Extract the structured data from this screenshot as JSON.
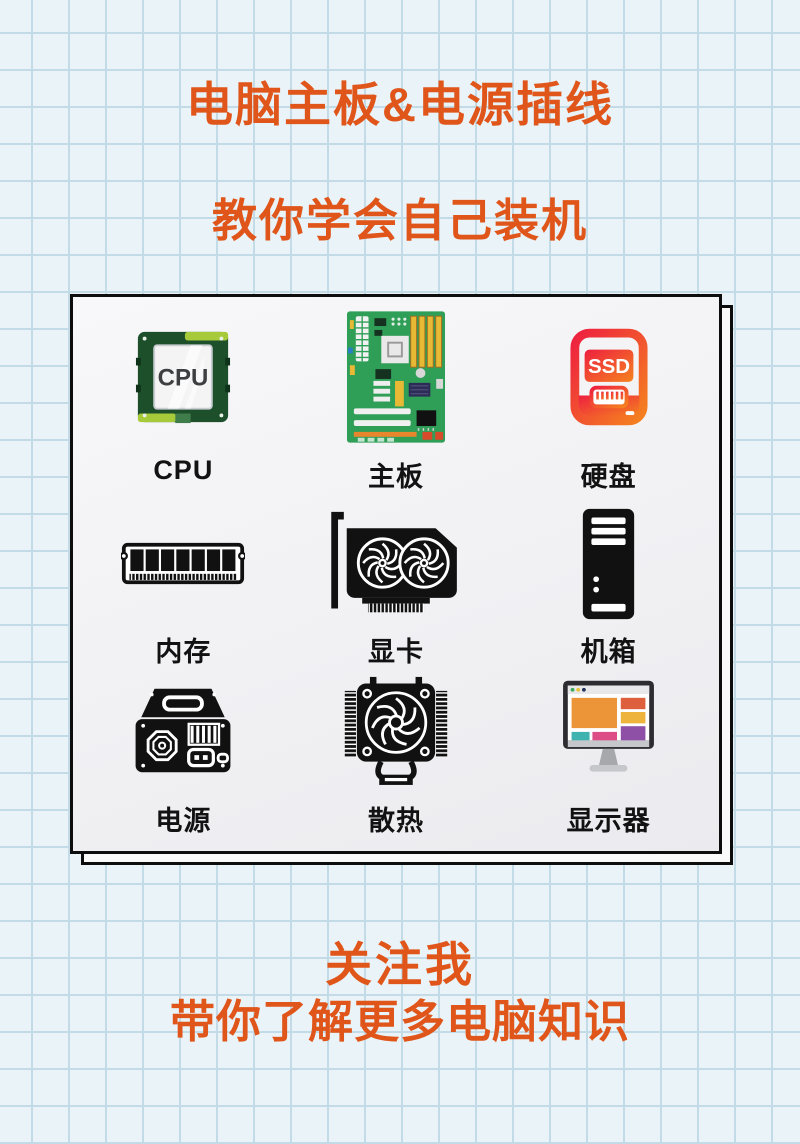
{
  "poster": {
    "title": "电脑主板&电源插线",
    "subtitle": "教你学会自己装机",
    "footer": {
      "line1": "关注我",
      "line2": "带你了解更多电脑知识"
    },
    "accent_color": "#e0561a",
    "label_color": "#121212",
    "card_background": "#f4f4f6",
    "grid_background": "#e9f3f8",
    "grid_line_color": "#c3dbe7"
  },
  "components": [
    {
      "id": "cpu",
      "label": "CPU",
      "icon": "cpu-chip-icon",
      "icon_text": "CPU"
    },
    {
      "id": "motherboard",
      "label": "主板",
      "icon": "motherboard-icon"
    },
    {
      "id": "ssd",
      "label": "硬盘",
      "icon": "ssd-icon",
      "icon_text": "SSD"
    },
    {
      "id": "ram",
      "label": "内存",
      "icon": "ram-stick-icon"
    },
    {
      "id": "gpu",
      "label": "显卡",
      "icon": "graphics-card-icon"
    },
    {
      "id": "case",
      "label": "机箱",
      "icon": "pc-case-icon"
    },
    {
      "id": "psu",
      "label": "电源",
      "icon": "power-supply-icon"
    },
    {
      "id": "cooler",
      "label": "散热",
      "icon": "cpu-cooler-icon"
    },
    {
      "id": "monitor",
      "label": "显示器",
      "icon": "monitor-icon"
    }
  ]
}
